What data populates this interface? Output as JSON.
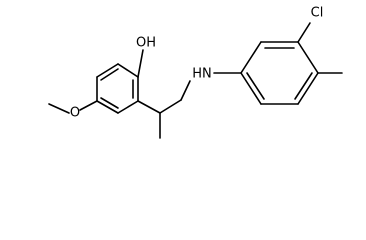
{
  "molecule": {
    "atoms": {
      "hydroxyl": "OH",
      "methoxy_oxygen": "O",
      "amine": "HN",
      "chlorine": "Cl"
    }
  }
}
